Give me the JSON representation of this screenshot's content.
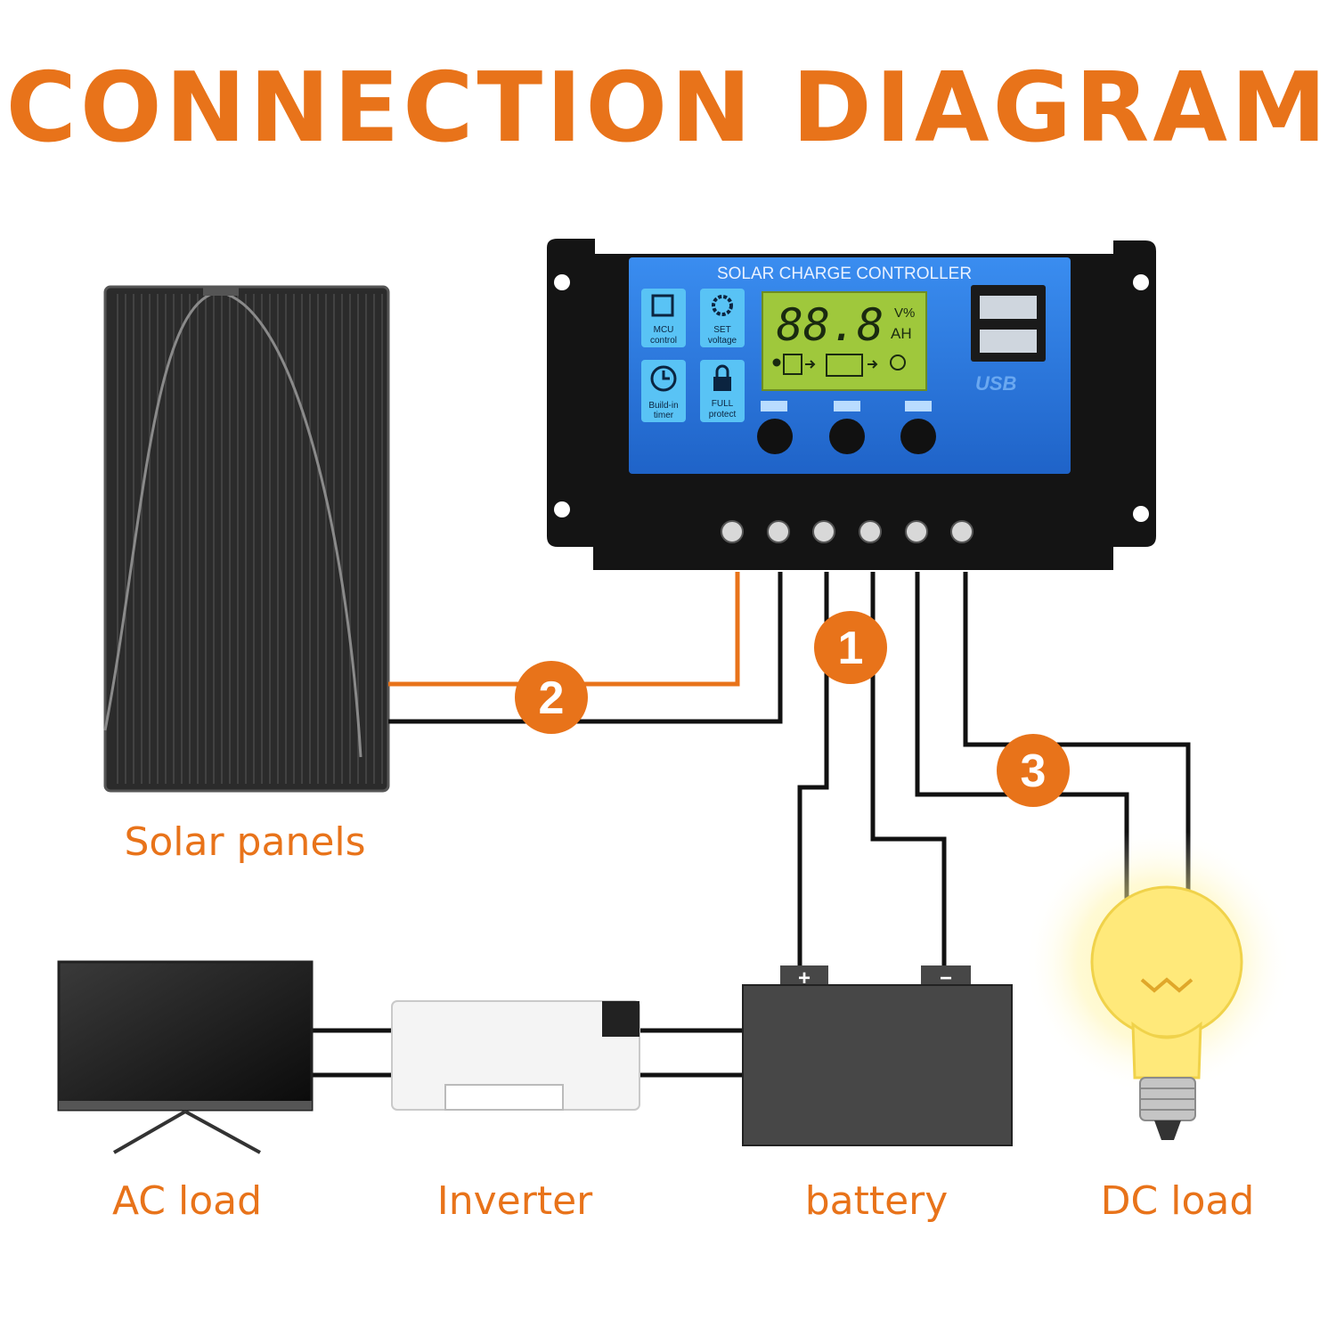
{
  "title": "CONNECTION DIAGRAM",
  "colors": {
    "accent": "#e8731a",
    "wire": "#111111",
    "controller_face": "#2f7fe0",
    "lcd": "#9fc83c",
    "panel": "#2b2b2b",
    "battery": "#474747",
    "bulb": "#ffe97a"
  },
  "captions": {
    "solar_panels": "Solar panels",
    "ac_load": "AC load",
    "inverter": "Inverter",
    "battery": "battery",
    "dc_load": "DC load"
  },
  "markers": [
    "1",
    "2",
    "3"
  ],
  "controller": {
    "header": "SOLAR CHARGE CONTROLLER",
    "lcd_digits": "88.8",
    "lcd_units_top": "V%",
    "lcd_units_bottom": "AH",
    "usb_label": "USB",
    "features": [
      {
        "label_line1": "MCU",
        "label_line2": "control",
        "icon": "chip-icon"
      },
      {
        "label_line1": "SET",
        "label_line2": "voltage",
        "icon": "gear-icon"
      },
      {
        "label_line1": "Build-in",
        "label_line2": "timer",
        "icon": "clock-icon"
      },
      {
        "label_line1": "FULL",
        "label_line2": "protect",
        "icon": "lock-icon"
      }
    ],
    "buttons": [
      "menu-button",
      "up-button",
      "down-button"
    ]
  },
  "battery_terminals": {
    "positive": "+",
    "negative": "−"
  }
}
